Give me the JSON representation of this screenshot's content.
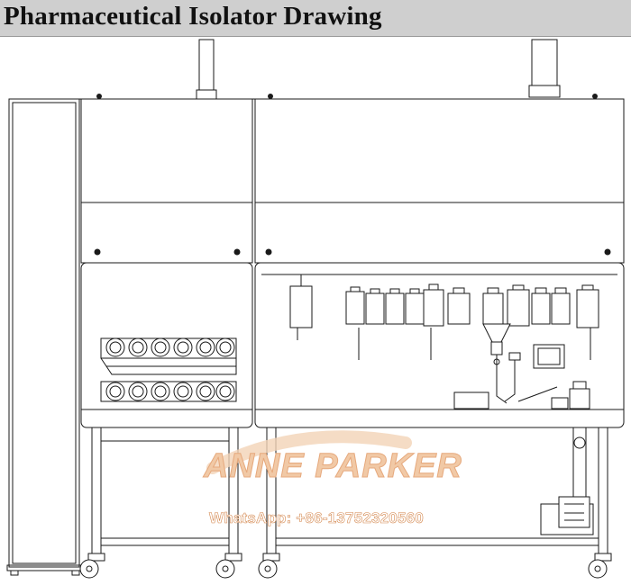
{
  "header": {
    "title": "Pharmaceutical Isolator Drawing"
  },
  "watermark": {
    "brand": "ANNE PARKER",
    "contact": "WhatsApp: +86-13752320560"
  },
  "diagram": {
    "subject": "pharmaceutical isolator",
    "parts": [
      "left-side-cabinet",
      "upper-left-plenum",
      "upper-right-plenum",
      "exhaust-stack-left",
      "exhaust-stack-right",
      "left-work-chamber",
      "right-work-chamber",
      "glove-ports",
      "bottles",
      "control-screen",
      "valve-assembly",
      "support-frame",
      "caster-wheels"
    ],
    "colors": {
      "line": "#1a1a1a",
      "background": "#ffffff",
      "title_bar": "#cfcfcf",
      "watermark": "#e6a97d"
    }
  }
}
